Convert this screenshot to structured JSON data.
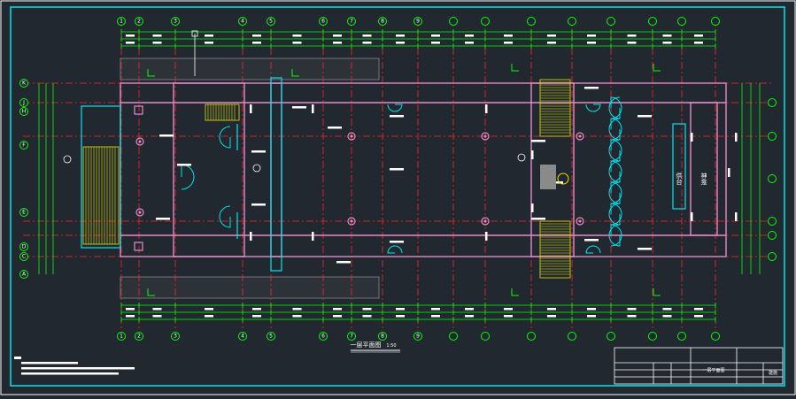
{
  "drawing": {
    "title": "一层平面图",
    "scale": "1:50",
    "room_label_left": "供台",
    "room_label_right": "神龛"
  },
  "grid": {
    "columns_top": [
      "1",
      "2",
      "3",
      "4",
      "5",
      "6",
      "7",
      "8",
      "9",
      "",
      "",
      "",
      "",
      "",
      "",
      "",
      ""
    ],
    "columns_bottom": [
      "1",
      "2",
      "3",
      "4",
      "5",
      "6",
      "7",
      "8",
      "9",
      "",
      "",
      "",
      "",
      "",
      "",
      "",
      ""
    ],
    "rows_left": [
      "K",
      "J",
      "H",
      "F",
      "E",
      "D",
      "C",
      "A"
    ],
    "rows_right": [
      "",
      "",
      "",
      "",
      "",
      ""
    ]
  },
  "title_block": {
    "name_cell": "一层平面图",
    "sheet_no": "建施"
  },
  "colors": {
    "background": "#212830",
    "frame": "#00e5ee",
    "grid": "#00ff00",
    "axis": "#ff2222",
    "wall": "#e58ac8",
    "hatch": "#e5e500",
    "text": "#ffffff"
  }
}
